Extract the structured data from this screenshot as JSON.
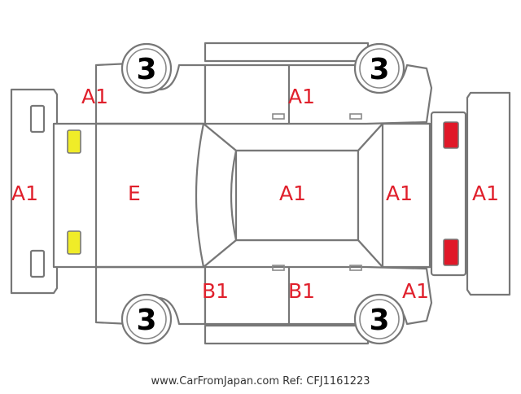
{
  "colors": {
    "damage_label": "#e0202c",
    "outline": "#777777",
    "front_light": "#f0ec28",
    "rear_light": "#e01828",
    "tire_text": "#000000",
    "footer_text": "#333333"
  },
  "labels": {
    "front_bumper": "A1",
    "hood": "E",
    "roof": "A1",
    "rear_glass": "A1",
    "rear_bumper": "A1",
    "front_left_fender": "A1",
    "left_rear_door": "A1",
    "right_front_door": "B1",
    "right_rear_door": "B1",
    "right_rear_quarter": "A1"
  },
  "tires": {
    "front_left": "3",
    "rear_left": "3",
    "front_right": "3",
    "rear_right": "3"
  },
  "footer": "www.CarFromJapan.com Ref: CFJ1161223"
}
